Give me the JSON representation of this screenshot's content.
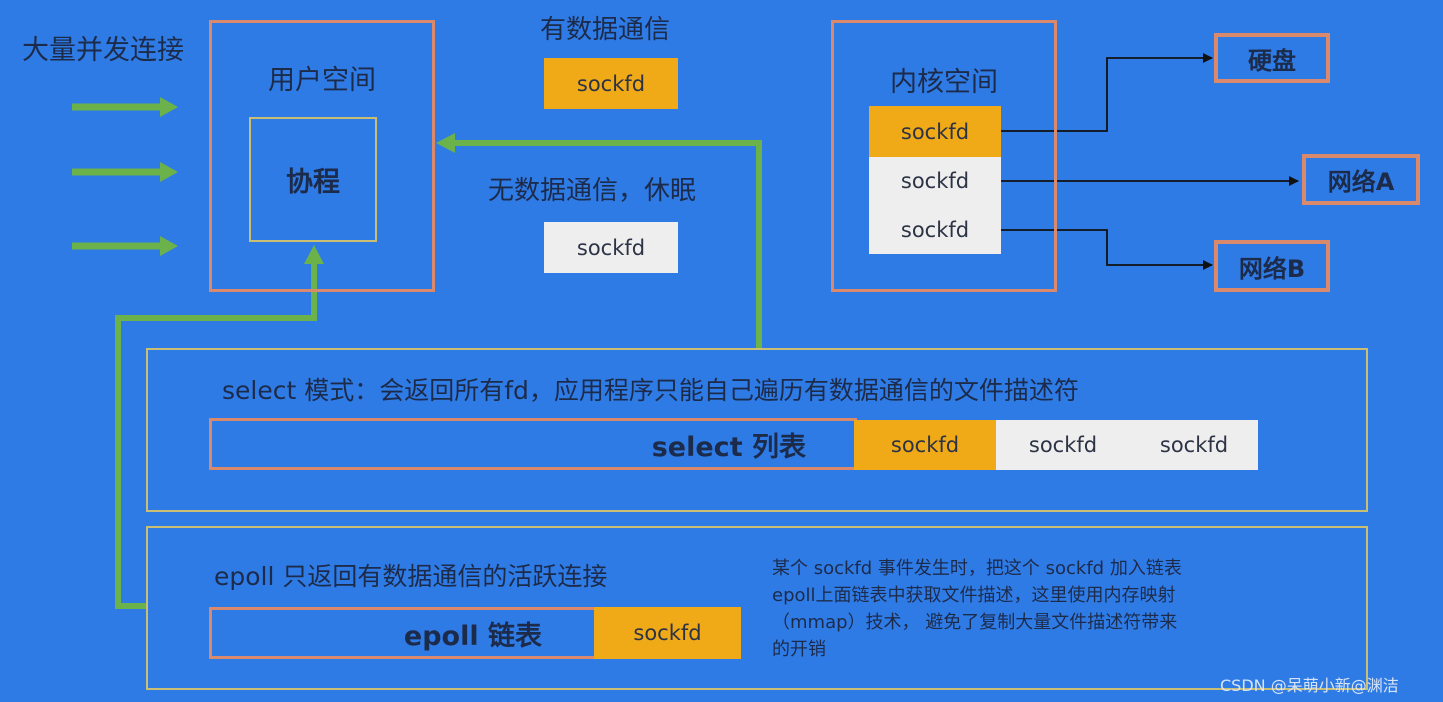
{
  "concurrent_label": "大量并发连接",
  "user_space": {
    "title": "用户空间",
    "coroutine": "协程"
  },
  "with_data": {
    "label": "有数据通信",
    "chip": "sockfd"
  },
  "no_data": {
    "label": "无数据通信，休眠",
    "chip": "sockfd"
  },
  "kernel": {
    "title": "内核空间",
    "fds": [
      "sockfd",
      "sockfd",
      "sockfd"
    ]
  },
  "targets": {
    "disk": "硬盘",
    "net_a": "网络A",
    "net_b": "网络B"
  },
  "select": {
    "description": "select 模式：会返回所有fd，应用程序只能自己遍历有数据通信的文件描述符",
    "list_label": "select 列表",
    "fds": [
      "sockfd",
      "sockfd",
      "sockfd"
    ]
  },
  "epoll": {
    "description": "epoll 只返回有数据通信的活跃连接",
    "list_label": "epoll 链表",
    "fd": "sockfd",
    "note": [
      "某个 sockfd 事件发生时，把这个 sockfd 加入链表",
      "epoll上面链表中获取文件描述，这里使用内存映射",
      "（mmap）技术， 避免了复制大量文件描述符带来",
      "的开销"
    ]
  },
  "watermark": "CSDN @呆萌小新@渊洁",
  "colors": {
    "background": "#2f7be6",
    "active": "#f0aa17",
    "idle": "#eeeeee",
    "arrow": "#6bb24a",
    "frame": "#d98a6c"
  }
}
